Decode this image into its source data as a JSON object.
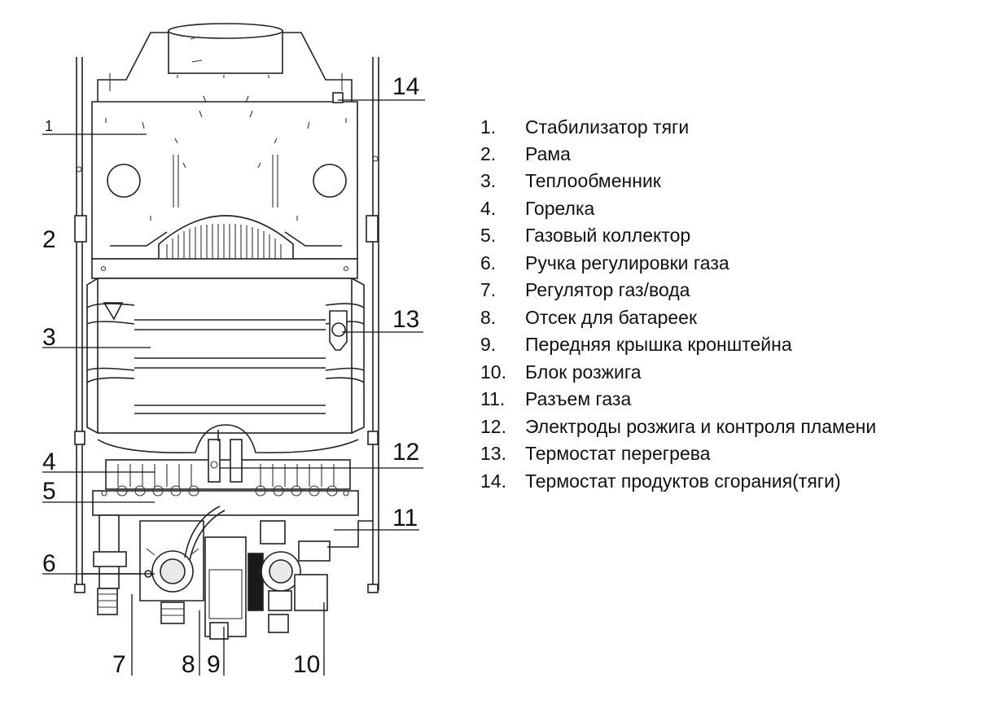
{
  "callouts": [
    {
      "id": 1,
      "label": "1"
    },
    {
      "id": 2,
      "label": "2"
    },
    {
      "id": 3,
      "label": "3"
    },
    {
      "id": 4,
      "label": "4"
    },
    {
      "id": 5,
      "label": "5"
    },
    {
      "id": 6,
      "label": "6"
    },
    {
      "id": 7,
      "label": "7"
    },
    {
      "id": 8,
      "label": "8"
    },
    {
      "id": 9,
      "label": "9"
    },
    {
      "id": 10,
      "label": "10"
    },
    {
      "id": 11,
      "label": "11"
    },
    {
      "id": 12,
      "label": "12"
    },
    {
      "id": 13,
      "label": "13"
    },
    {
      "id": 14,
      "label": "14"
    }
  ],
  "legend": [
    {
      "num": "1.",
      "text": "Стабилизатор тяги"
    },
    {
      "num": "2.",
      "text": "Рама"
    },
    {
      "num": "3.",
      "text": "Теплообменник"
    },
    {
      "num": "4.",
      "text": "Горелка"
    },
    {
      "num": "5.",
      "text": "Газовый коллектор"
    },
    {
      "num": "6.",
      "text": "Ручка регулировки газа"
    },
    {
      "num": "7.",
      "text": "Регулятор  газ/вода"
    },
    {
      "num": "8.",
      "text": "Отсек для батареек"
    },
    {
      "num": "9.",
      "text": "Передняя крышка кронштейна"
    },
    {
      "num": "10.",
      "text": "Блок розжига"
    },
    {
      "num": "11.",
      "text": "Разъем газа"
    },
    {
      "num": "12.",
      "text": "Электроды розжига и контроля пламени"
    },
    {
      "num": "13.",
      "text": "Термостат перегрева"
    },
    {
      "num": "14.",
      "text": "Термостат продуктов сгорания(тяги)"
    }
  ]
}
